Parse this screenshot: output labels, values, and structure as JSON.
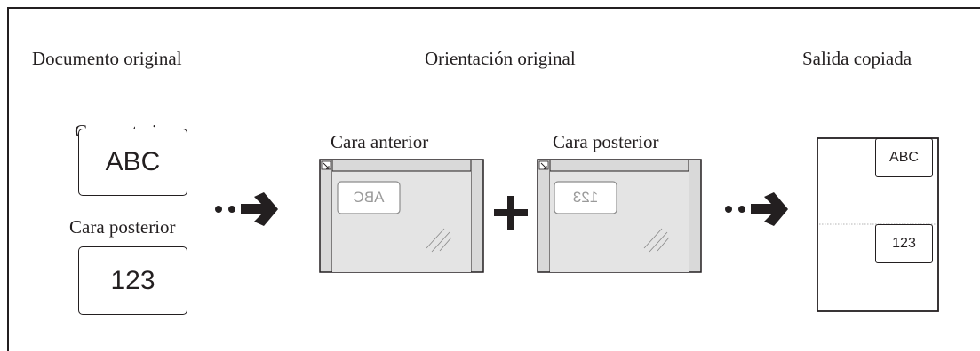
{
  "headers": {
    "original_document": "Documento original",
    "original_orientation": "Orientación original",
    "copied_output": "Salida copiada"
  },
  "original_document": {
    "front_label": "Cara anterior",
    "front_text": "ABC",
    "back_label": "Cara posterior",
    "back_text": "123"
  },
  "orientation": {
    "front_label": "Cara anterior",
    "front_text": "ABC",
    "back_label": "Cara posterior",
    "back_text": "123"
  },
  "output": {
    "top_text": "ABC",
    "bottom_text": "123"
  },
  "colors": {
    "line": "#231f20",
    "glass": "#d9d9d9",
    "glass_edge": "#bcbcbc",
    "faint_text": "#9a9a9a"
  }
}
